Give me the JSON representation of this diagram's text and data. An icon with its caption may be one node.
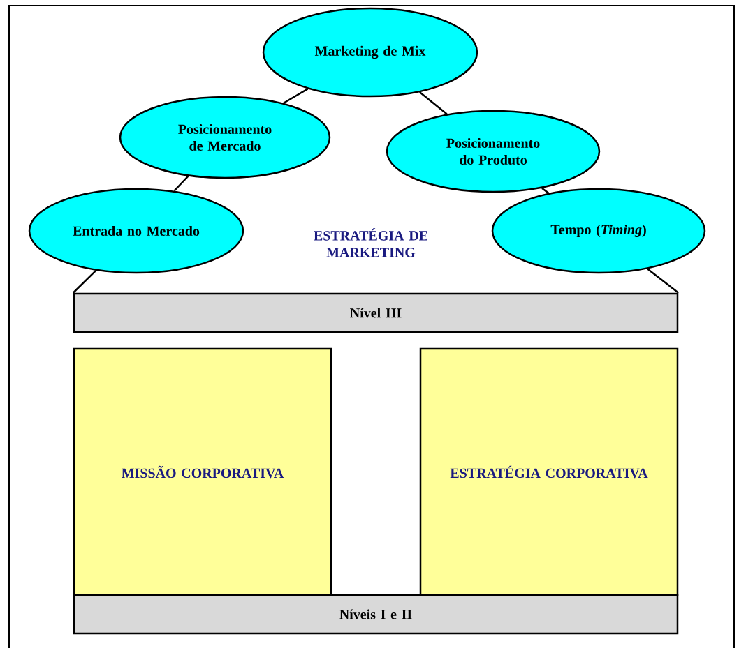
{
  "diagram": {
    "nodes": [
      {
        "text": [
          "Marketing de Mix"
        ]
      },
      {
        "text": [
          "Posicionamento de Mercado"
        ]
      },
      {
        "text": [
          "Posicionamento do Produto"
        ]
      },
      {
        "text": [
          "Entrada no Mercado"
        ]
      },
      {
        "text": [
          "Tempo (*Timing*)"
        ]
      },
      {
        "text": [
          "Nível III"
        ]
      },
      {
        "text": [
          "MISSÃO CORPORATIVA"
        ]
      },
      {
        "text": [
          "ESTRATÉGIA CORPORATIVA"
        ]
      },
      {
        "text": [
          "Níveis I e II"
        ]
      }
    ],
    "edges": [
      {
        "from": 0,
        "to": 1,
        "arrow": "none"
      },
      {
        "from": 0,
        "to": 2,
        "arrow": "none"
      },
      {
        "from": 1,
        "to": 3,
        "arrow": "none"
      },
      {
        "from": 2,
        "to": 4,
        "arrow": "none"
      },
      {
        "from": 3,
        "to": 5,
        "arrow": "none"
      },
      {
        "from": 4,
        "to": 5,
        "arrow": "none"
      }
    ],
    "labels": [
      "ESTRATÉGIA DE MARKETING"
    ]
  }
}
